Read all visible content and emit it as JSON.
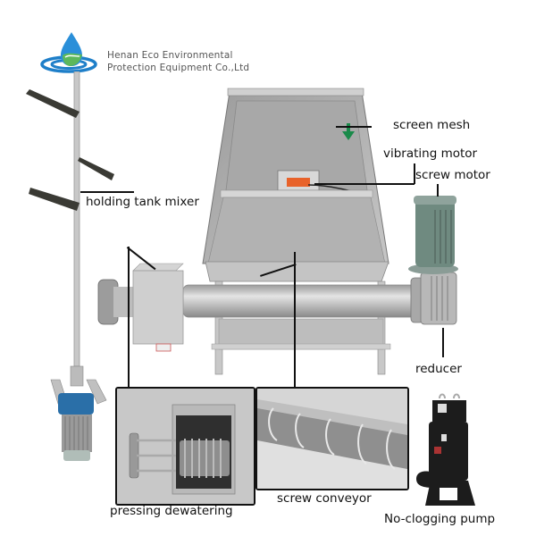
{
  "company": {
    "name_line1": "Henan Eco Environmental",
    "name_line2": "Protection Equipment Co.,Ltd",
    "logo_icon": "water-drop-ripple-logo",
    "colors": {
      "blue": "#1e7fc9",
      "green": "#4caf50",
      "text": "#555555"
    }
  },
  "labels": {
    "screen_mesh": "screen mesh",
    "vibrating_motor": "vibrating motor",
    "screw_motor": "screw motor",
    "holding_tank_mixer": "holding tank mixer",
    "reducer": "reducer",
    "pressing_dewatering": "pressing dewatering",
    "screw_conveyor": "screw conveyor",
    "no_clogging_pump": "No-clogging pump"
  },
  "colors": {
    "steel": "#b8b8b8",
    "steel_dark": "#8c8c8c",
    "motor_green": "#6f8a80",
    "arrow_green": "#1a8a4a",
    "vibrator_orange": "#e8622a",
    "mixer_blue": "#2a6fa8",
    "pump_black": "#1c1c1c"
  }
}
